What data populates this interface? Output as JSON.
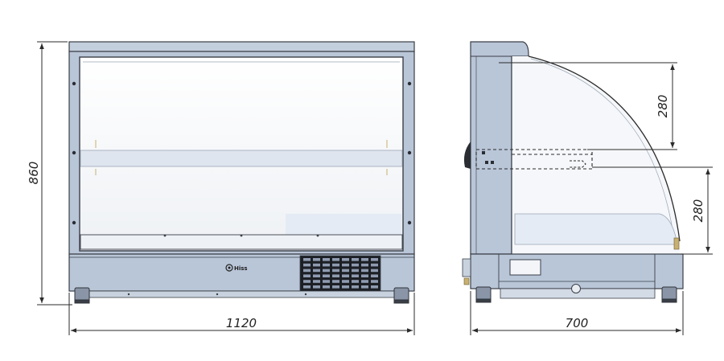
{
  "drawing": {
    "front_view": {
      "height_dim": "860",
      "width_dim": "1120",
      "logo_text": "Hiss"
    },
    "side_view": {
      "width_dim": "700",
      "upper_shelf_dim": "280",
      "lower_shelf_dim": "280"
    }
  },
  "colors": {
    "body_fill": "#b9c6d8",
    "body_stroke": "#3a3f47",
    "glass_fill": "#f3f5f8",
    "shelf_fill": "#dfe5ee",
    "panel_dark": "#1c1f24",
    "line": "#2b2b2b"
  }
}
